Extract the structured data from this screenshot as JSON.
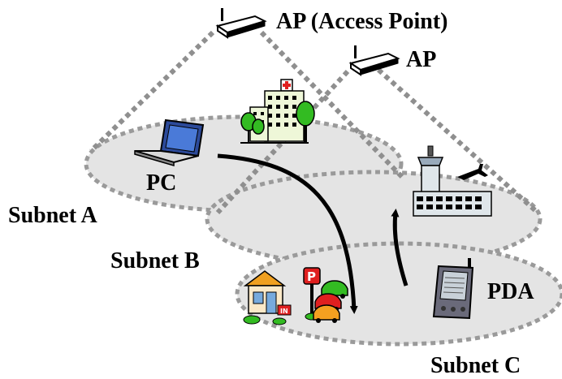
{
  "labels": {
    "ap_main": "AP (Access Point)",
    "ap_second": "AP",
    "pc": "PC",
    "pda": "PDA",
    "subnet_a": "Subnet A",
    "subnet_b": "Subnet B",
    "subnet_c": "Subnet C"
  },
  "colors": {
    "subnet_fill": "#e4e4e4",
    "dotted_line": "#8f8f8f",
    "arrow": "#000000",
    "building_green": "#33bb22",
    "hospital_cross": "#e02020"
  },
  "icons": [
    "access-point-icon",
    "laptop-icon",
    "hospital-icon",
    "airport-icon",
    "shop-icon",
    "parking-icon",
    "car-icon",
    "pda-icon"
  ]
}
